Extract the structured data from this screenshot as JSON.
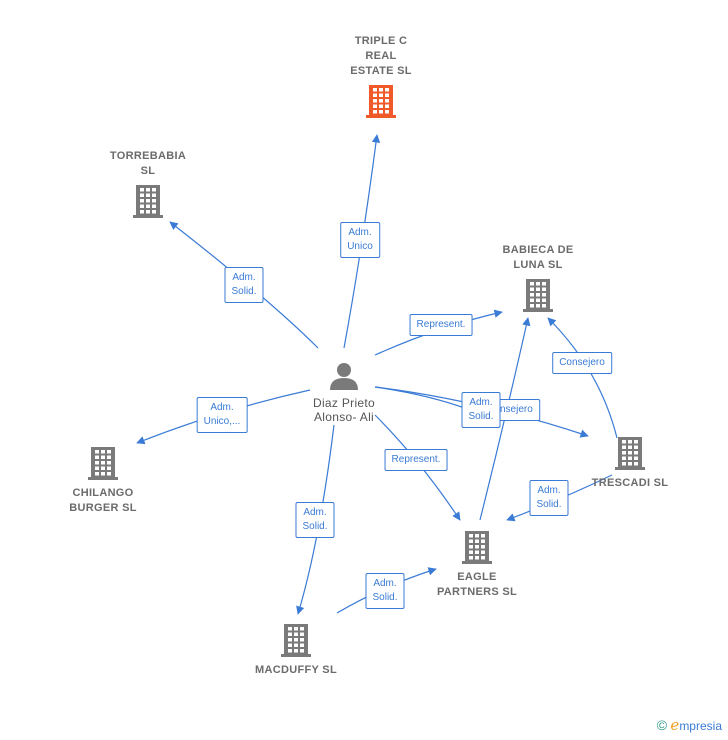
{
  "colors": {
    "edge": "#3a7bd5",
    "building": "#7a7a7a",
    "highlight": "#f05a28"
  },
  "person": {
    "label": "Diaz Prieto\nAlonso- Ali",
    "icon": "person-icon"
  },
  "companies": [
    {
      "id": "triple-c",
      "label": "TRIPLE C\nREAL\nESTATE  SL",
      "highlight": true
    },
    {
      "id": "torrebabia",
      "label": "TORREBABIA\nSL",
      "highlight": false
    },
    {
      "id": "babieca",
      "label": "BABIECA DE\nLUNA  SL",
      "highlight": false
    },
    {
      "id": "chilango",
      "label": "CHILANGO\nBURGER  SL",
      "highlight": false
    },
    {
      "id": "trescadi",
      "label": "TRESCADI  SL",
      "highlight": false
    },
    {
      "id": "eagle",
      "label": "EAGLE\nPARTNERS SL",
      "highlight": false
    },
    {
      "id": "macduffy",
      "label": "MACDUFFY  SL",
      "highlight": false
    }
  ],
  "edges": [
    {
      "id": "e1",
      "from": "person",
      "to": "triple-c",
      "label": "Adm.\nUnico"
    },
    {
      "id": "e2",
      "from": "person",
      "to": "torrebabia",
      "label": "Adm.\nSolid."
    },
    {
      "id": "e3",
      "from": "person",
      "to": "babieca",
      "label": "Represent."
    },
    {
      "id": "e4",
      "from": "person",
      "to": "chilango",
      "label": "Adm.\nUnico,..."
    },
    {
      "id": "e5",
      "from": "person",
      "to": "trescadi",
      "label": "Consejero"
    },
    {
      "id": "e6",
      "from": "person",
      "to": "trescadi",
      "label": "Adm.\nSolid."
    },
    {
      "id": "e7",
      "from": "person",
      "to": "eagle",
      "label": "Represent."
    },
    {
      "id": "e8",
      "from": "person",
      "to": "macduffy",
      "label": "Adm.\nSolid."
    },
    {
      "id": "e9",
      "from": "macduffy",
      "to": "eagle",
      "label": "Adm.\nSolid."
    },
    {
      "id": "e10",
      "from": "trescadi",
      "to": "eagle",
      "label": "Adm.\nSolid."
    },
    {
      "id": "e11",
      "from": "trescadi",
      "to": "babieca",
      "label": "Consejero"
    },
    {
      "id": "e12",
      "from": "eagle",
      "to": "babieca",
      "label": ""
    }
  ],
  "brand": {
    "copyright": "©",
    "name": "mpresia",
    "initial": "e"
  }
}
